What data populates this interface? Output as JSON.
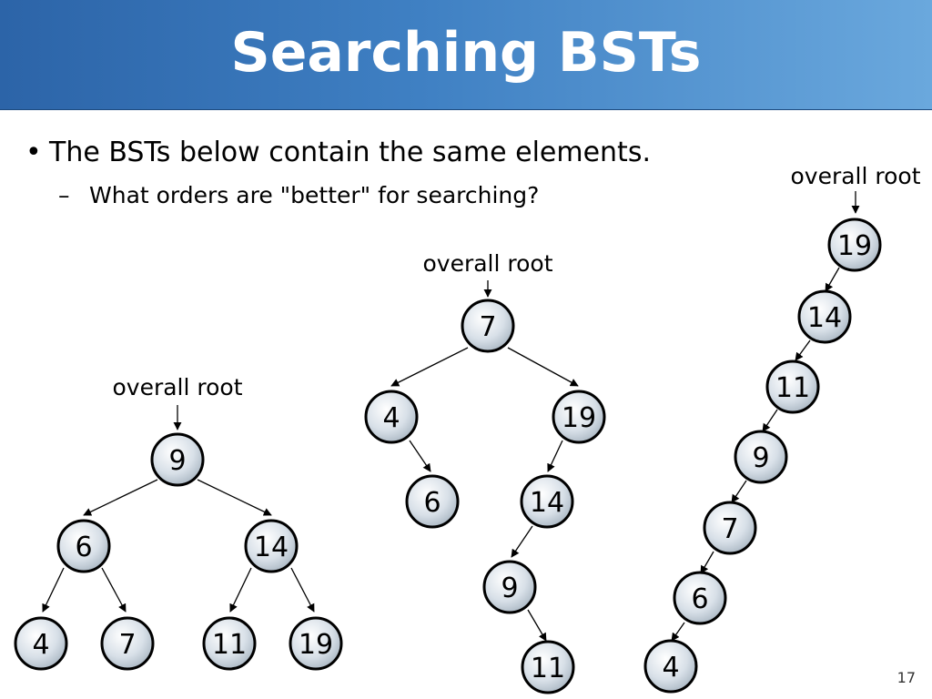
{
  "slide": {
    "title": "Searching BSTs",
    "bullet": "The BSTs below contain the same elements.",
    "sub_bullet": "What orders are \"better\" for searching?",
    "page_number": "17"
  },
  "trees": [
    {
      "root_label": "overall root",
      "nodes": [
        "9",
        "6",
        "14",
        "4",
        "7",
        "11",
        "19"
      ]
    },
    {
      "root_label": "overall root",
      "nodes": [
        "7",
        "4",
        "19",
        "6",
        "14",
        "9",
        "11"
      ]
    },
    {
      "root_label": "overall root",
      "nodes": [
        "19",
        "14",
        "11",
        "9",
        "7",
        "6",
        "4"
      ]
    }
  ]
}
